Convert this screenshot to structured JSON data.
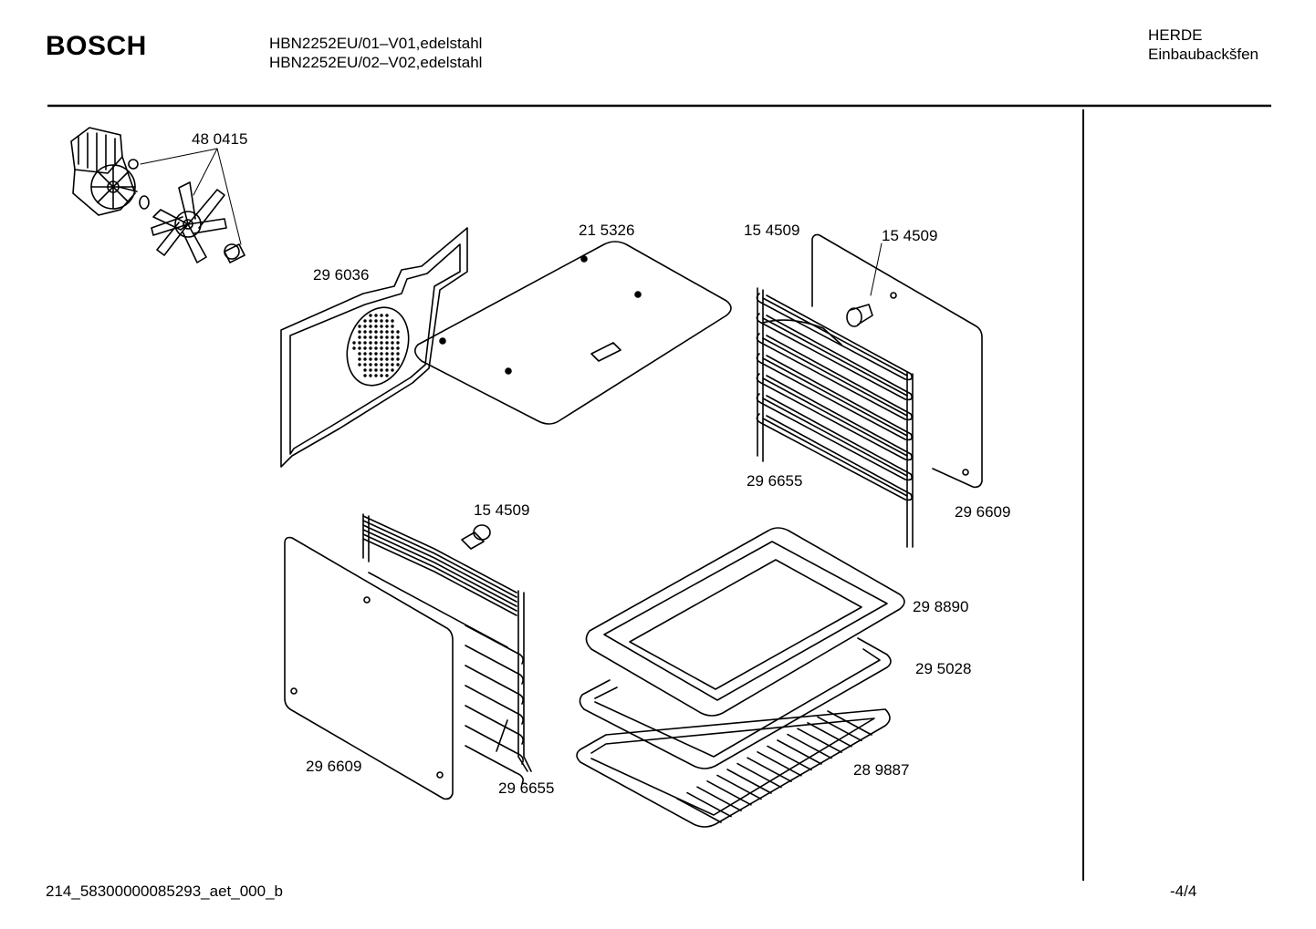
{
  "header": {
    "brand": "BOSCH",
    "models": [
      "HBN2252EU/01–V01,edelstahl",
      "HBN2252EU/02–V02,edelstahl"
    ],
    "category": [
      "HERDE",
      "Einbaubackšfen"
    ]
  },
  "parts": {
    "fan_motor": "48 0415",
    "back_wall": "29 6036",
    "top_cover": "21 5326",
    "right_panel_nut_top": "15 4509",
    "right_panel_nut_side": "15 4509",
    "right_rail": "29 6655",
    "right_panel": "29 6609",
    "left_nut": "15 4509",
    "left_panel": "29 6609",
    "left_rail": "29 6655",
    "baking_tray": "29 8890",
    "tray_frame": "29 5028",
    "wire_rack": "28 9887"
  },
  "footer": {
    "document_id": "214_58300000085293_aet_000_b",
    "page": "-4/4"
  }
}
